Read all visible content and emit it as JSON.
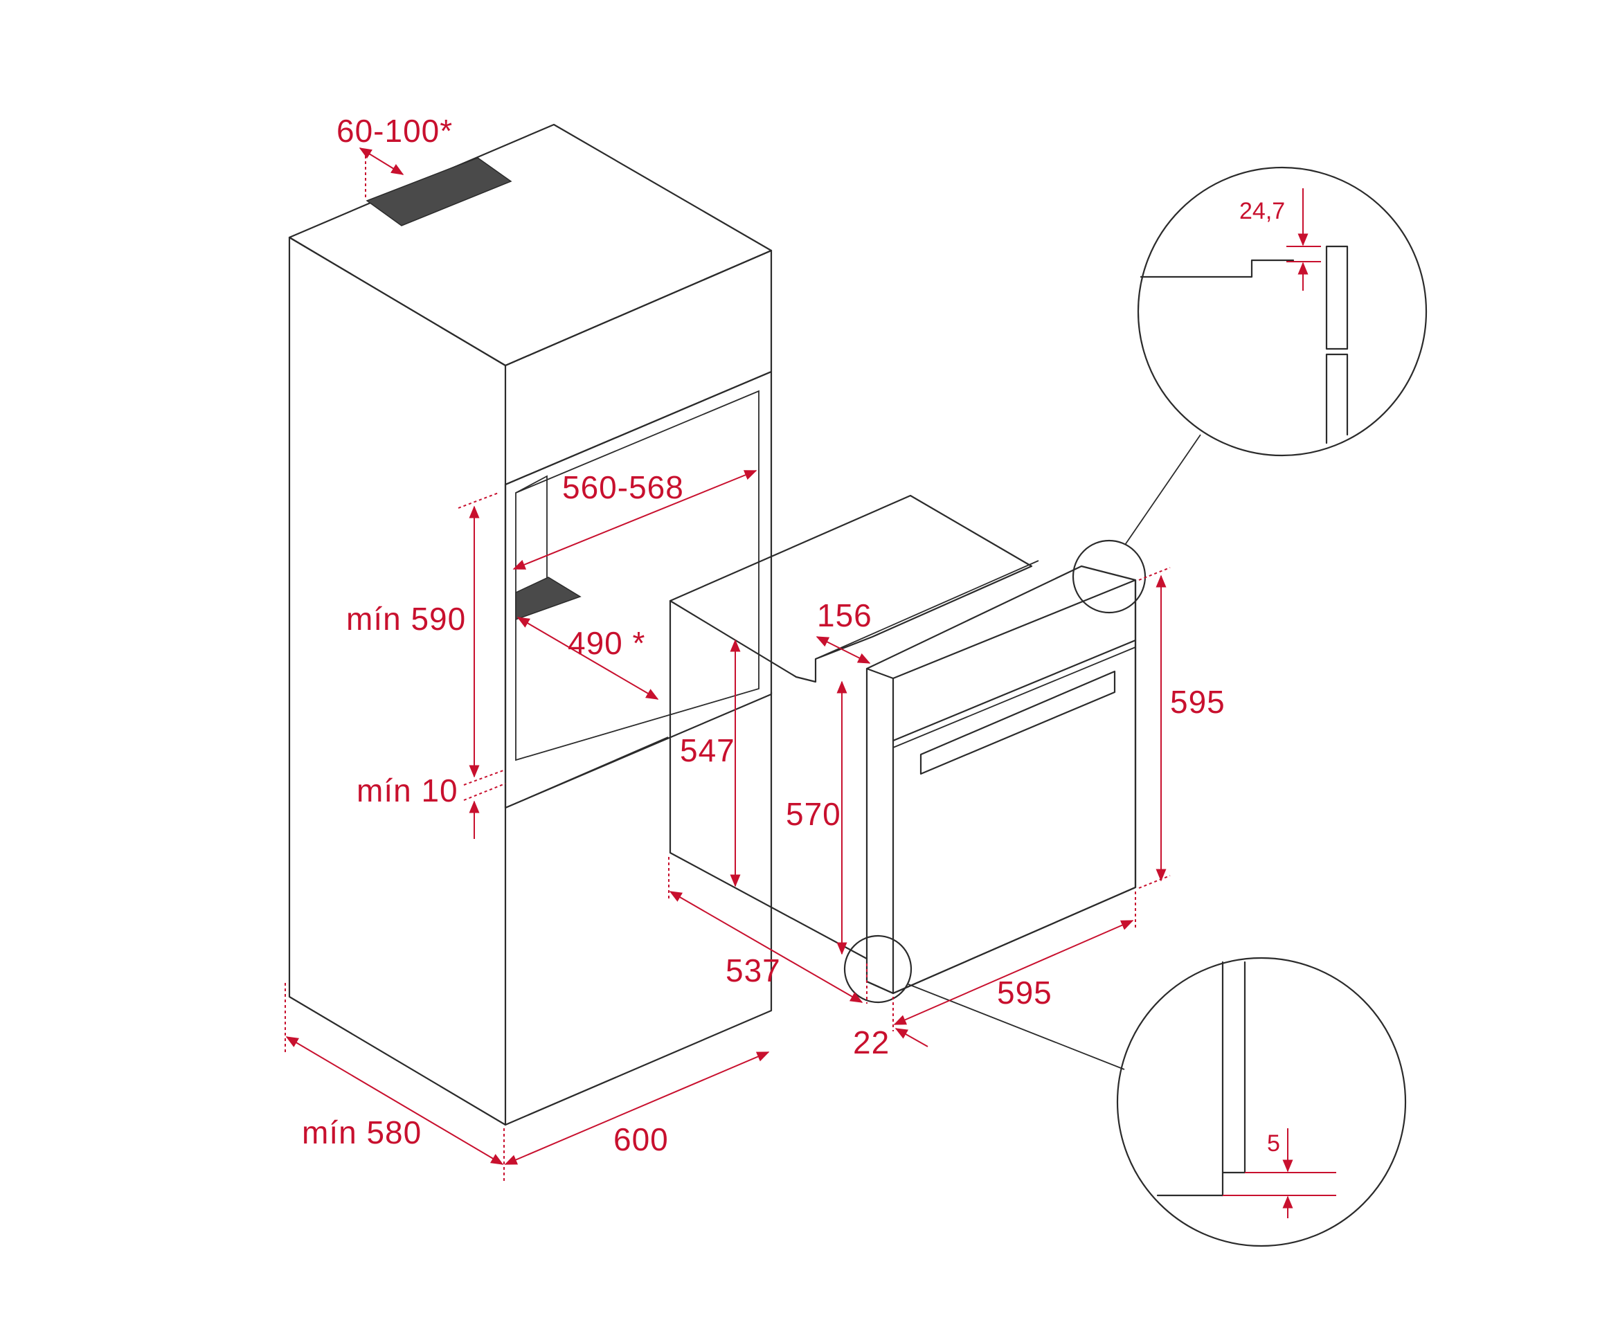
{
  "colors": {
    "dimension": "#c8102e",
    "outline": "#2b2b2b",
    "vent": "#4a4a4a",
    "background": "#ffffff"
  },
  "labels": {
    "top_vent": "60-100*",
    "niche_width": "560-568",
    "niche_height": "mín 590",
    "niche_depth": "490 *",
    "base_gap": "mín 10",
    "cabinet_depth": "mín 580",
    "cabinet_width": "600",
    "oven_top_depth": "156",
    "oven_body_height": "547",
    "oven_front_inner_height": "570",
    "oven_height": "595",
    "oven_depth": "537",
    "oven_width": "595",
    "front_panel": "22",
    "detail_top_offset": "24,7",
    "detail_bottom_offset": "5"
  }
}
